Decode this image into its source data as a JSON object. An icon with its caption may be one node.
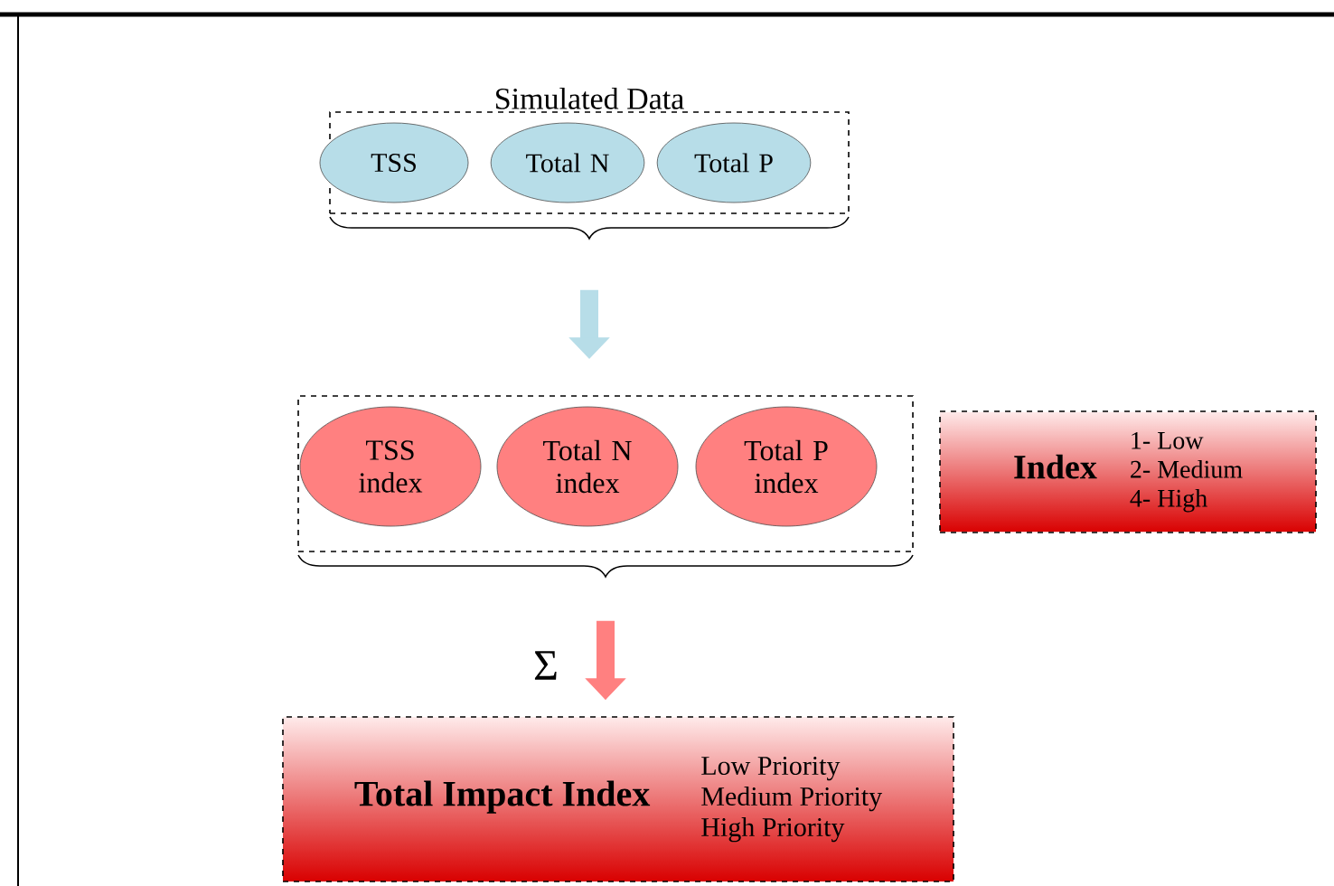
{
  "diagram": {
    "nodes": [
      {
        "text": [
          "Simulated Data"
        ]
      },
      {
        "text": [
          "TSS"
        ],
        "in": 0
      },
      {
        "text": [
          "Total N"
        ],
        "in": 0
      },
      {
        "text": [
          "Total P"
        ],
        "in": 0
      },
      {
        "text": [],
        "shape": "box"
      },
      {
        "text": [
          "TSS index"
        ],
        "in": 4
      },
      {
        "text": [
          "Total N index"
        ],
        "in": 4
      },
      {
        "text": [
          "Total P index"
        ],
        "in": 4
      },
      {
        "text": [
          "Index",
          "1- Low",
          "2- Medium",
          "4- High"
        ]
      },
      {
        "text": [
          "Total Impact Index",
          "Low Priority",
          "Medium Priority",
          "High Priority"
        ]
      }
    ],
    "edges": [
      {
        "from": 0,
        "to": 4,
        "arrow": "to",
        "color": "#b7dde8"
      },
      {
        "from": 4,
        "to": 9,
        "arrow": "to",
        "color": "#ff8080",
        "label": "Σ"
      }
    ]
  }
}
